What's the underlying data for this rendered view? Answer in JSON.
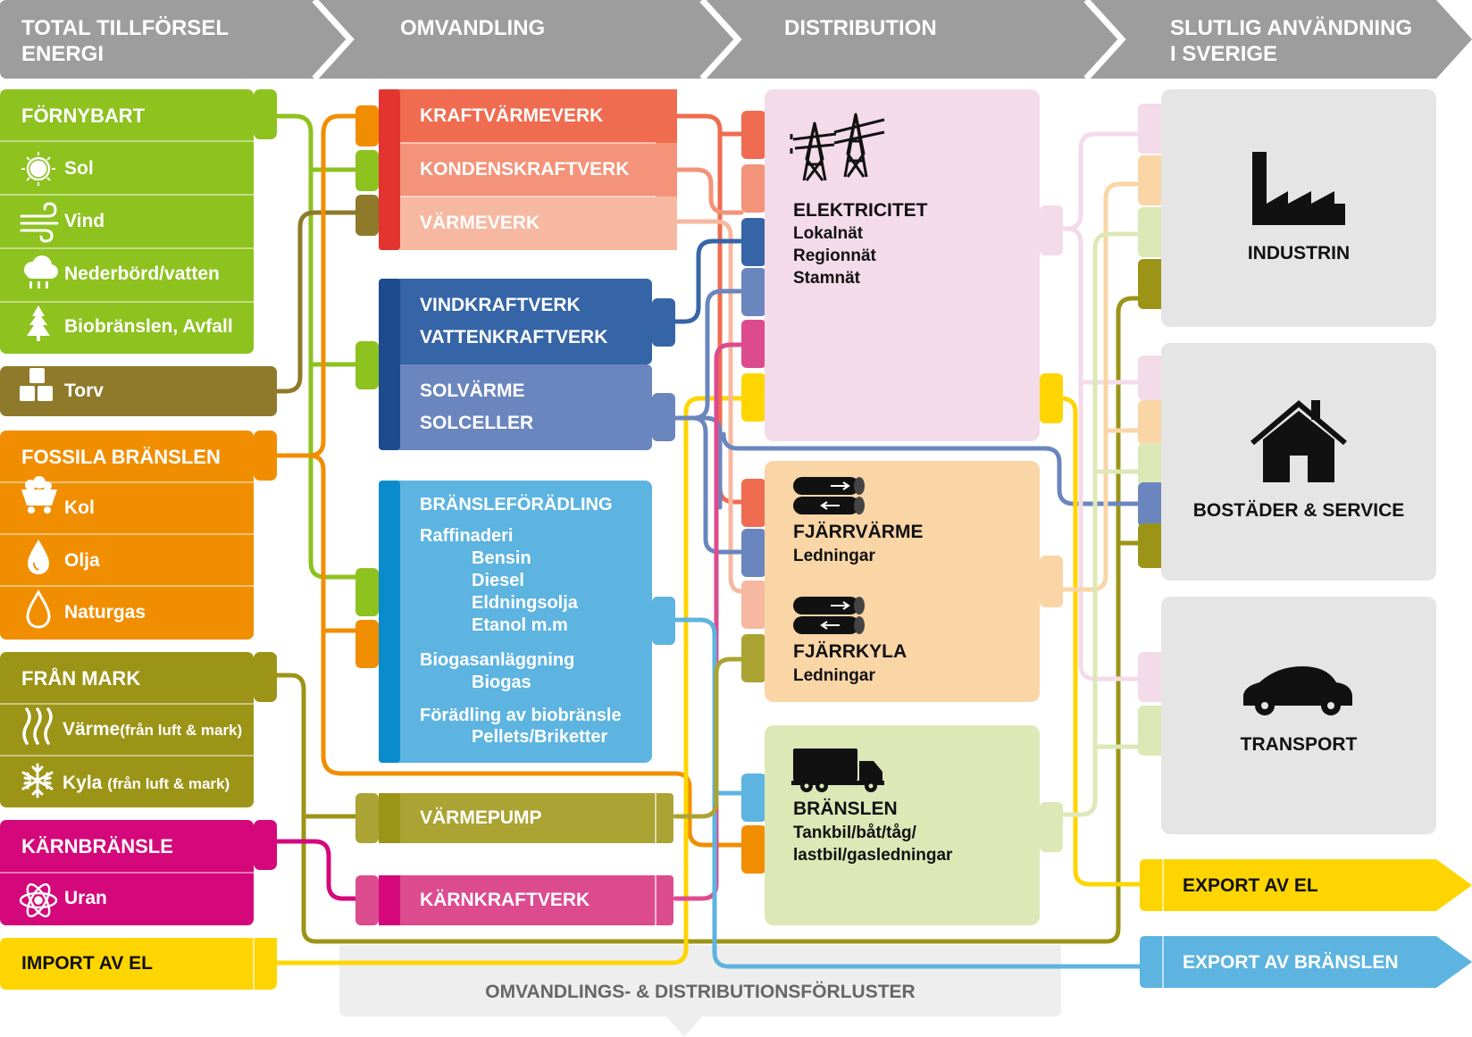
{
  "headers": {
    "supply_line1": "TOTAL TILLFÖRSEL",
    "supply_line2": "ENERGI",
    "conversion": "OMVANDLING",
    "distribution": "DISTRIBUTION",
    "final_line1": "SLUTLIG ANVÄNDNING",
    "final_line2": "I SVERIGE"
  },
  "sources": {
    "renewable": {
      "title": "FÖRNYBART",
      "items": [
        "Sol",
        "Vind",
        "Nederbörd/vatten",
        "Biobränslen, Avfall"
      ]
    },
    "peat": "Torv",
    "fossil": {
      "title": "FOSSILA BRÄNSLEN",
      "items": [
        "Kol",
        "Olja",
        "Naturgas"
      ]
    },
    "ground": {
      "title": "FRÅN MARK",
      "heat": "Värme",
      "heat_note": "(från luft & mark)",
      "cool": "Kyla",
      "cool_note": "(från luft & mark)"
    },
    "nuclear": {
      "title": "KÄRNBRÄNSLE",
      "items": [
        "Uran"
      ]
    },
    "import_el": "IMPORT AV EL"
  },
  "conversion": {
    "chp": "KRAFTVÄRMEVERK",
    "condensing": "KONDENSKRAFTVERK",
    "heating": "VÄRMEVERK",
    "wind": "VINDKRAFTVERK",
    "hydro": "VATTENKRAFTVERK",
    "solar_heat": "SOLVÄRME",
    "solar_cells": "SOLCELLER",
    "refining": {
      "title": "BRÄNSLEFÖRÄDLING",
      "refinery": "Raffinaderi",
      "refinery_items": [
        "Bensin",
        "Diesel",
        "Eldningsolja",
        "Etanol m.m"
      ],
      "biogas_plant": "Biogasanläggning",
      "biogas": "Biogas",
      "biofuel": "Förädling av biobränsle",
      "pellets": "Pellets/Briketter"
    },
    "heat_pump": "VÄRMEPUMP",
    "nuclear_plant": "KÄRNKRAFTVERK"
  },
  "distribution": {
    "electricity": {
      "title": "ELEKTRICITET",
      "items": [
        "Lokalnät",
        "Regionnät",
        "Stamnät"
      ]
    },
    "district_heating": {
      "title": "FJÄRRVÄRME",
      "sub": "Ledningar"
    },
    "district_cooling": {
      "title": "FJÄRRKYLA",
      "sub": "Ledningar"
    },
    "fuels": {
      "title": "BRÄNSLEN",
      "line1": "Tankbil/båt/tåg/",
      "line2": "lastbil/gasledningar"
    }
  },
  "final_use": {
    "industry": "INDUSTRIN",
    "housing": "BOSTÄDER & SERVICE",
    "transport": "TRANSPORT",
    "export_el": "EXPORT AV EL",
    "export_fuel": "EXPORT AV BRÄNSLEN"
  },
  "losses": "OMVANDLINGS- & DISTRIBUTIONSFÖRLUSTER",
  "colors": {
    "renewable": "#8dc21f",
    "peat": "#8e7a2a",
    "fossil": "#f18e00",
    "ground": "#9c9417",
    "nuclear": "#d4087b",
    "import_el": "#ffd500",
    "chp": "#ef6c50",
    "condensing": "#f3937a",
    "heating": "#f6b8a0",
    "wind_hydro": "#3565a6",
    "solar": "#6b86be",
    "refining": "#5db4e0",
    "heat_pump": "#aba333",
    "nuclear_plant": "#dd4b8f",
    "electricity_box": "#f4dbe9",
    "heat_box": "#fad5a6",
    "fuel_box": "#dde8b7",
    "use_box": "#e5e5e5",
    "export_el": "#ffd500",
    "export_fuel": "#5db4e0",
    "header": "#9d9d9d"
  },
  "icons": [
    "sun-icon",
    "wind-icon",
    "rain-cloud-icon",
    "tree-icon",
    "peat-blocks-icon",
    "coal-cart-icon",
    "oil-drop-icon",
    "gas-flame-icon",
    "heat-waves-icon",
    "snowflake-icon",
    "atom-icon",
    "power-pylon-icon",
    "district-heating-pipes-icon",
    "district-cooling-pipes-icon",
    "truck-icon",
    "factory-icon",
    "house-icon",
    "car-icon"
  ]
}
